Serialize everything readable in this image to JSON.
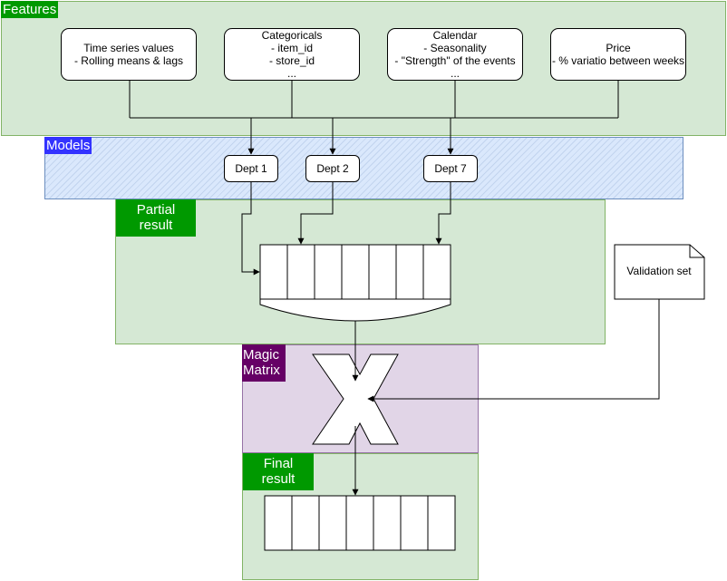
{
  "features": {
    "label": "Features",
    "boxes": [
      {
        "text": "Time series values\n- Rolling means & lags"
      },
      {
        "text": "Categoricals\n- item_id\n- store_id\n..."
      },
      {
        "text": "Calendar\n- Seasonality\n- \"Strength\" of the events\n..."
      },
      {
        "text": "Price\n- % variatio between weeks"
      }
    ]
  },
  "models": {
    "label": "Models",
    "boxes": [
      {
        "text": "Dept 1"
      },
      {
        "text": "Dept 2"
      },
      {
        "text": "Dept 7"
      }
    ]
  },
  "partial": {
    "label": "Partial\nresult"
  },
  "magic": {
    "label": "Magic\nMatrix"
  },
  "final": {
    "label": "Final\nresult"
  },
  "validation": {
    "label": "Validation set"
  },
  "colors": {
    "features_fill": "#d5e8d4",
    "models_fill": "#dae8fc",
    "magic_fill": "#e1d5e7",
    "green_tag": "#009900",
    "blue_tag": "#3333ff",
    "purple_tag": "#660066"
  }
}
